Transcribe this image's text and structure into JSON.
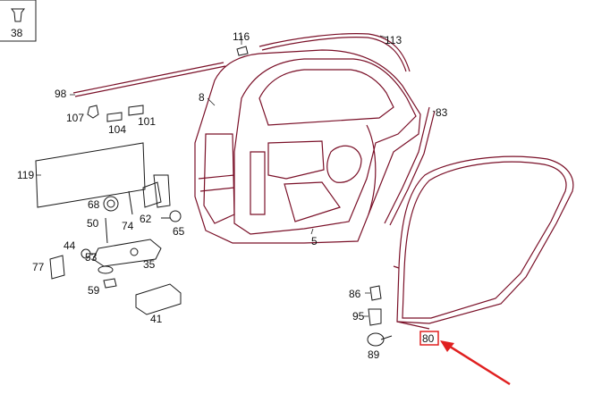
{
  "legend_box": {
    "label": "38"
  },
  "callouts": [
    {
      "id": "116",
      "label": "116"
    },
    {
      "id": "113",
      "label": "113"
    },
    {
      "id": "98",
      "label": "98"
    },
    {
      "id": "8",
      "label": "8"
    },
    {
      "id": "107",
      "label": "107"
    },
    {
      "id": "104",
      "label": "104"
    },
    {
      "id": "101",
      "label": "101"
    },
    {
      "id": "83",
      "label": "83"
    },
    {
      "id": "119",
      "label": "119"
    },
    {
      "id": "68",
      "label": "68"
    },
    {
      "id": "62",
      "label": "62"
    },
    {
      "id": "50",
      "label": "50"
    },
    {
      "id": "74",
      "label": "74"
    },
    {
      "id": "65",
      "label": "65"
    },
    {
      "id": "5",
      "label": "5"
    },
    {
      "id": "44",
      "label": "44"
    },
    {
      "id": "53",
      "label": "53"
    },
    {
      "id": "35",
      "label": "35"
    },
    {
      "id": "77",
      "label": "77"
    },
    {
      "id": "59",
      "label": "59"
    },
    {
      "id": "41",
      "label": "41"
    },
    {
      "id": "86",
      "label": "86"
    },
    {
      "id": "95",
      "label": "95"
    },
    {
      "id": "89",
      "label": "89"
    },
    {
      "id": "80",
      "label": "80"
    }
  ],
  "highlight": {
    "target": "80",
    "color": "#e02020"
  },
  "colors": {
    "part_stroke": "#7a1028",
    "line": "#222222",
    "highlight": "#e02020"
  }
}
